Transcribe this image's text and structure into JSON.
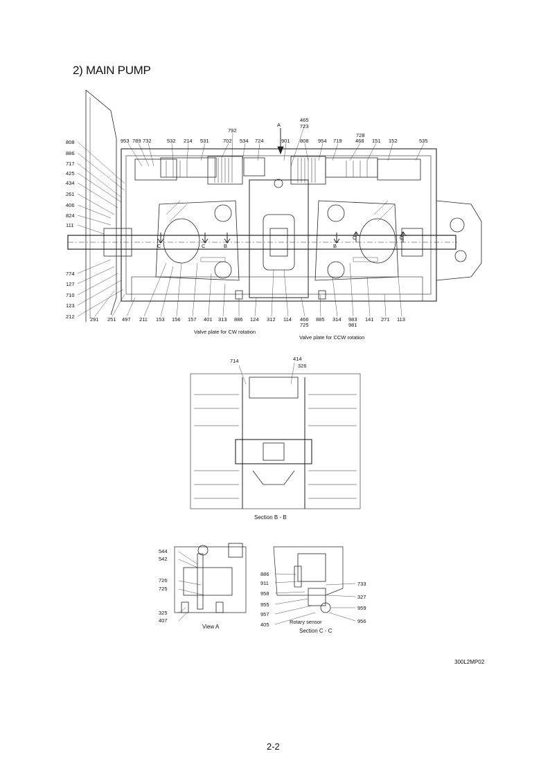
{
  "heading": "2) MAIN PUMP",
  "figure_code": "300L2MP02",
  "page_number": "2-2",
  "main_view": {
    "top_labels": [
      "953",
      "789",
      "732",
      "532",
      "214",
      "531",
      "792",
      "702",
      "534",
      "724",
      "465",
      "723",
      "901",
      "808",
      "954",
      "719",
      "728",
      "468",
      "151",
      "152",
      "535"
    ],
    "view_arrow": "A",
    "left_labels": [
      "808",
      "886",
      "717",
      "425",
      "434",
      "261",
      "406",
      "824",
      "111",
      "774",
      "127",
      "710",
      "123",
      "212"
    ],
    "bottom_labels": [
      "291",
      "251",
      "497",
      "211",
      "153",
      "156",
      "157",
      "401",
      "313",
      "886",
      "124",
      "312",
      "114",
      "466",
      "725",
      "885",
      "314",
      "983",
      "981",
      "141",
      "271",
      "113"
    ],
    "section_marks": [
      "C",
      "C",
      "B",
      "B",
      "C",
      "C"
    ],
    "caption_cw": "Valve plate for CW rotation",
    "caption_ccw": "Valve plate for CCW rotation"
  },
  "section_bb": {
    "labels": [
      "714",
      "414",
      "326"
    ],
    "caption": "Section B - B"
  },
  "view_a": {
    "labels": [
      "544",
      "542",
      "726",
      "725",
      "325",
      "407"
    ],
    "caption": "View A"
  },
  "section_cc": {
    "left_labels": [
      "886",
      "911",
      "958",
      "955",
      "957",
      "405"
    ],
    "right_labels": [
      "733",
      "327",
      "959",
      "956"
    ],
    "rotary_label": "Rotary sensor",
    "caption": "Section C - C"
  }
}
